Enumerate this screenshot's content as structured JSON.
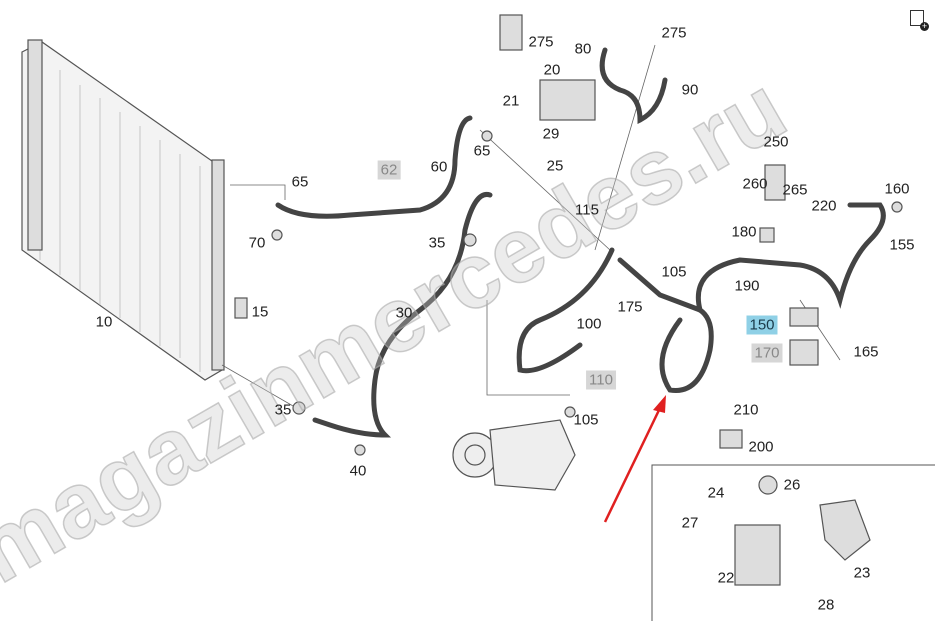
{
  "watermark": "magazinmercedes.ru",
  "accent_color": "#e02020",
  "highlight_blue": "#8fd0e6",
  "highlight_gray": "#d6d6d6",
  "corner_icon": "add-to-list-icon",
  "labels": [
    "275",
    "80",
    "275",
    "20",
    "90",
    "21",
    "29",
    "65",
    "25",
    "250",
    "62",
    "60",
    "65",
    "260",
    "265",
    "160",
    "115",
    "220",
    "70",
    "35",
    "180",
    "155",
    "105",
    "190",
    "175",
    "15",
    "10",
    "30",
    "100",
    "150",
    "170",
    "165",
    "110",
    "35",
    "105",
    "210",
    "200",
    "40",
    "24",
    "26",
    "27",
    "22",
    "23",
    "28"
  ]
}
